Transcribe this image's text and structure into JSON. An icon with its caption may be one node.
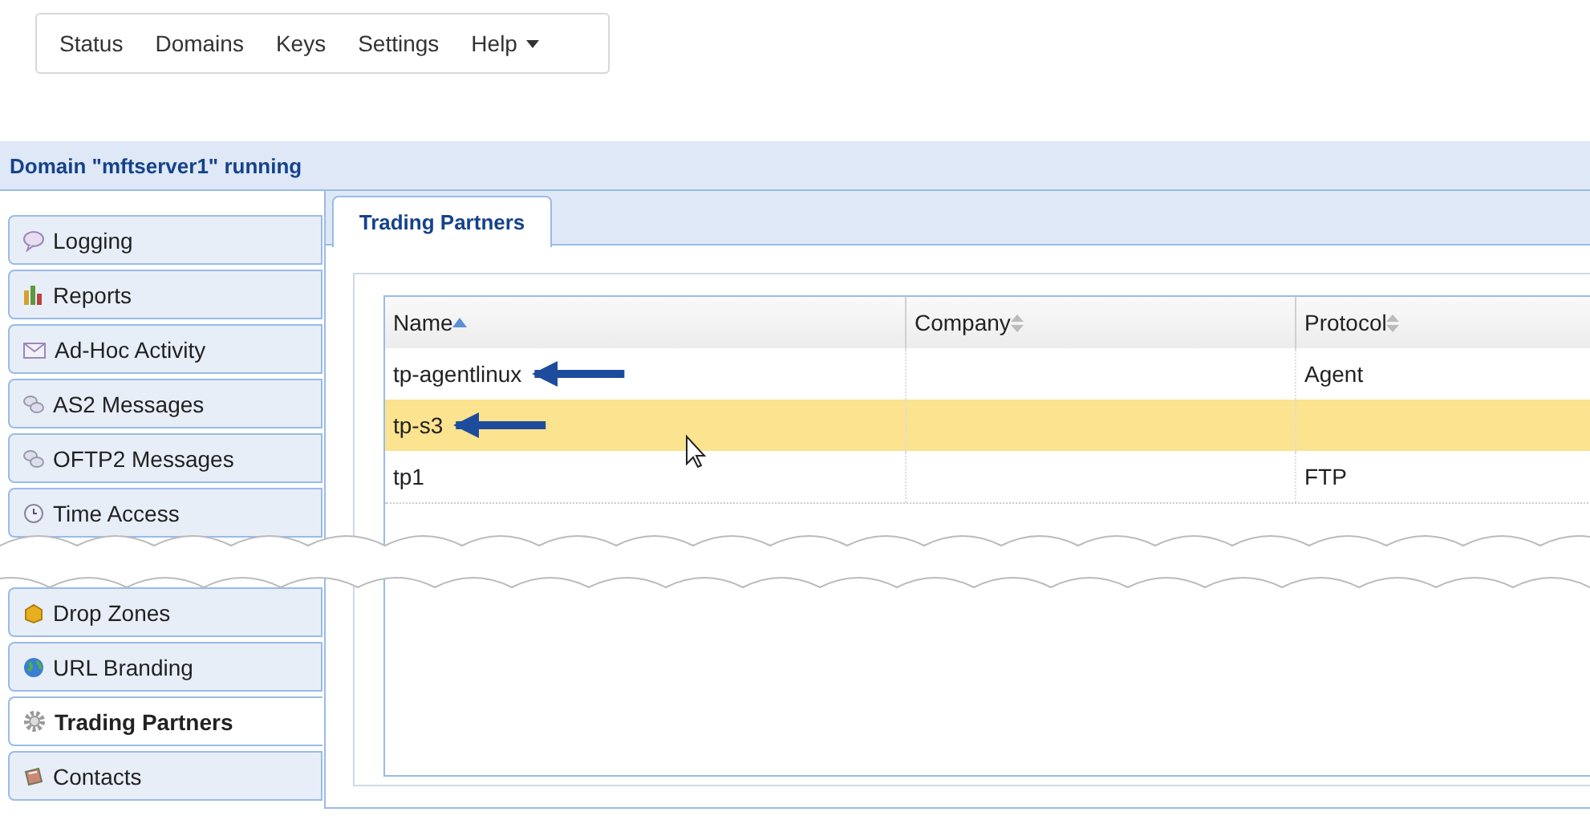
{
  "diagram": {
    "nodes": [
      {
        "text": [
          "tp-agentlinux"
        ]
      },
      {
        "text": [
          "tp-s3"
        ]
      }
    ],
    "edges": [
      {
        "from": null,
        "to": 0,
        "arrow": "to"
      },
      {
        "from": null,
        "to": 1,
        "arrow": "to"
      }
    ],
    "labels": [
      "Status",
      "Domains",
      "Keys",
      "Settings",
      "Help",
      "Domain \"mftserver1\" running",
      "Logging",
      "Reports",
      "Ad-Hoc Activity",
      "AS2 Messages",
      "OFTP2 Messages",
      "Time Access",
      "Drop Zones",
      "URL Branding",
      "Trading Partners",
      "Contacts",
      "Trading Partners",
      "Name",
      "Company",
      "Protocol",
      "Agent",
      "tp1",
      "FTP"
    ]
  }
}
